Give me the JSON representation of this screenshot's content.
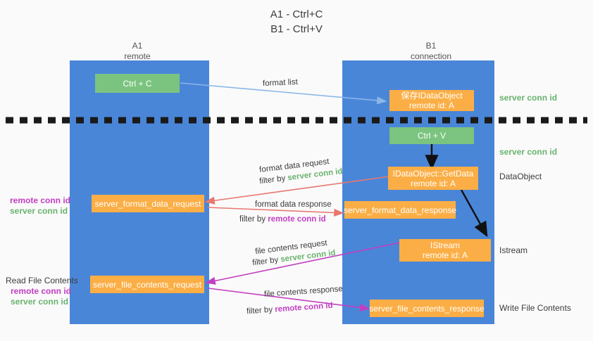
{
  "title": {
    "line1": "A1 - Ctrl+C",
    "line2": "B1 - Ctrl+V"
  },
  "colors": {
    "lane": "#4a86d8",
    "green_box": "#7bc47f",
    "orange_box": "#fbae45",
    "server_conn_id": "#69b36e",
    "remote_conn_id": "#c13fc1",
    "blue_arrow": "#8ab6e8",
    "red_arrow": "#e8776e",
    "magenta_arrow": "#c13fc1",
    "black_arrow": "#111111",
    "background": "#fafafa"
  },
  "lanes": [
    {
      "id": "a1",
      "title": "A1",
      "subtitle": "remote"
    },
    {
      "id": "b1",
      "title": "B1",
      "subtitle": "connection"
    }
  ],
  "boxes": {
    "ctrl_c": "Ctrl + C",
    "ctrl_v": "Ctrl + V",
    "save_idataobject": "保存IDataObject\nremote id: A",
    "getdata": "IDataObject::GetData\nremote id: A",
    "istream": "IStream\nremote id: A",
    "server_format_data_request": "server_format_data_request",
    "server_format_data_response": "server_format_data_response",
    "server_file_contents_request": "server_file_contents_request",
    "server_file_contents_response": "server_file_contents_response"
  },
  "right_labels": [
    {
      "id": "r1",
      "text": "server conn id",
      "style": "green"
    },
    {
      "id": "r2",
      "text": "server conn id",
      "style": "green"
    },
    {
      "id": "r3",
      "text": "DataObject",
      "style": "plain"
    },
    {
      "id": "r4",
      "text": "Istream",
      "style": "plain"
    },
    {
      "id": "r5",
      "text": "Write File Contents",
      "style": "plain"
    }
  ],
  "left_labels": {
    "block1": {
      "remote": "remote conn id",
      "server": "server conn id"
    },
    "block2": {
      "heading": "Read File Contents",
      "remote": "remote conn id",
      "server": "server conn id"
    }
  },
  "edges": {
    "format_list": "format list",
    "format_data_request": "format data request",
    "format_data_request_filter_prefix": "filter by ",
    "format_data_request_filter_value": "server conn id",
    "format_data_response": "format data response",
    "format_data_response_filter_prefix": "filter by ",
    "format_data_response_filter_value": "remote conn id",
    "file_contents_request": "file contents request",
    "file_contents_request_filter_prefix": "filter by ",
    "file_contents_request_filter_value": "server conn id",
    "file_contents_response": "file contents response",
    "file_contents_response_filter_prefix": "filter by ",
    "file_contents_response_filter_value": "remote conn id"
  }
}
